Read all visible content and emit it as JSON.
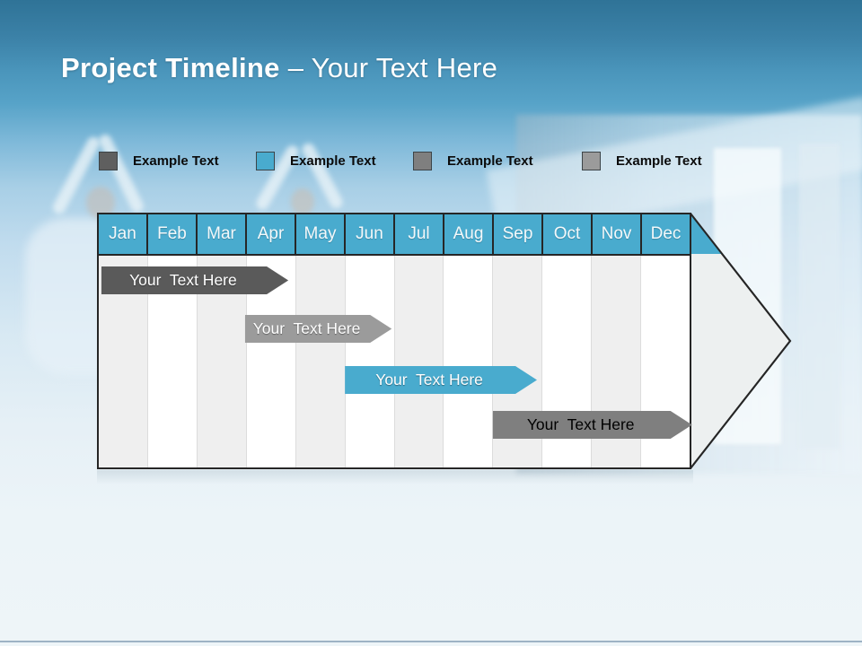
{
  "title": {
    "main": "Project Timeline",
    "sub": "– Your Text Here"
  },
  "legend": {
    "items": [
      {
        "label": "Example Text",
        "color": "#5f5f5f"
      },
      {
        "label": "Example Text",
        "color": "#49abce"
      },
      {
        "label": "Example Text",
        "color": "#7f7f7f"
      },
      {
        "label": "Example Text",
        "color": "#9b9b9b"
      }
    ]
  },
  "timeline": {
    "months": [
      "Jan",
      "Feb",
      "Mar",
      "Apr",
      "May",
      "Jun",
      "Jul",
      "Aug",
      "Sep",
      "Oct",
      "Nov",
      "Dec"
    ],
    "header_color": "#49abce",
    "grid_shade_color": "#efefef",
    "bars": [
      {
        "label": "Your  Text Here",
        "color": "#5a5a5a",
        "text_color": "#ffffff",
        "row": 1,
        "start_month": "Jan",
        "end_month": "Apr",
        "start": 0.05,
        "end": 3.85
      },
      {
        "label": "Your  Text Here",
        "color": "#9b9b9b",
        "text_color": "#ffffff",
        "row": 2,
        "start_month": "Apr",
        "end_month": "Jun",
        "start": 2.97,
        "end": 5.95
      },
      {
        "label": "Your  Text Here",
        "color": "#49abce",
        "text_color": "#ffffff",
        "row": 3,
        "start_month": "Jun",
        "end_month": "Sep",
        "start": 5.0,
        "end": 8.9
      },
      {
        "label": "Your  Text Here",
        "color": "#7f7f7f",
        "text_color": "#000000",
        "row": 4,
        "start_month": "Sep",
        "end_month": "Dec",
        "start": 8.0,
        "end": 12.05
      }
    ]
  }
}
